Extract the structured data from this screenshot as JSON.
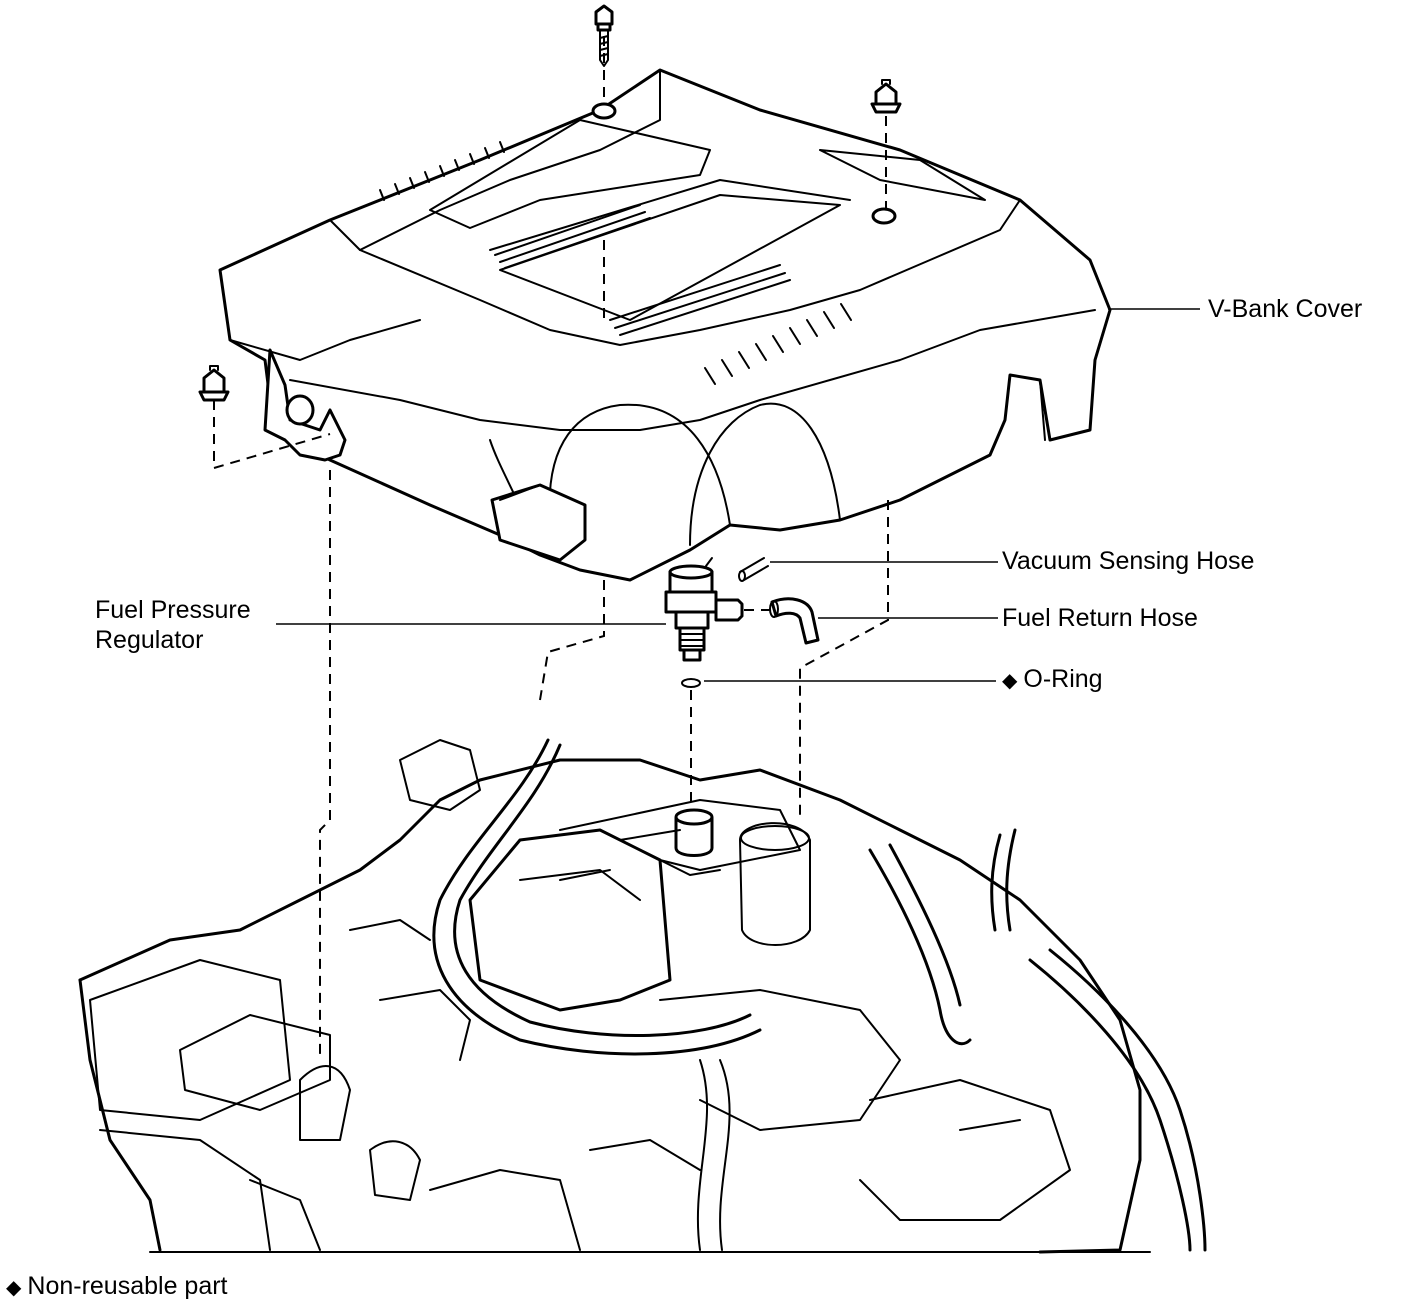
{
  "labels": {
    "v_bank_cover": "V-Bank Cover",
    "vacuum_sensing_hose": "Vacuum Sensing Hose",
    "fuel_return_hose": "Fuel Return Hose",
    "fuel_pressure_regulator_line1": "Fuel Pressure",
    "fuel_pressure_regulator_line2": "Regulator",
    "o_ring": "O-Ring"
  },
  "legend": {
    "symbol": "◆",
    "text": "Non-reusable part"
  },
  "markers": {
    "non_reusable": "◆"
  }
}
